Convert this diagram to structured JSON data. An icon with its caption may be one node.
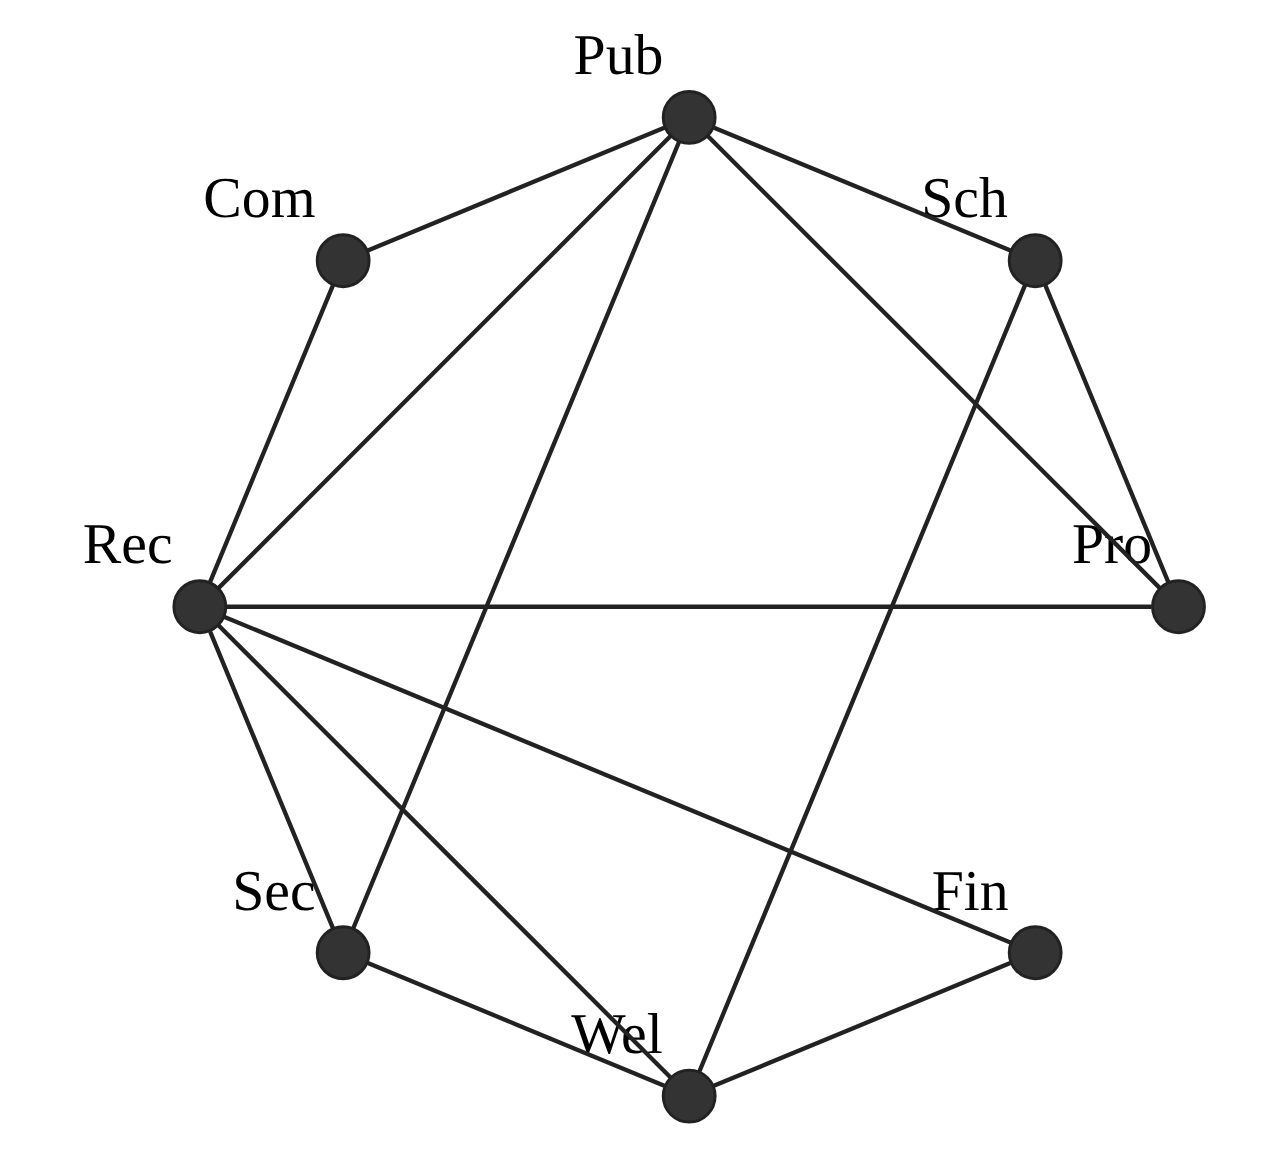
{
  "diagram": {
    "nodes": [
      {
        "text": [],
        "shape": "circle",
        "beside": [
          "Pub"
        ]
      },
      {
        "text": [],
        "shape": "circle",
        "beside": [
          "Rec"
        ]
      },
      {
        "text": [],
        "shape": "circle",
        "beside": [
          "Fin"
        ]
      },
      {
        "text": [],
        "shape": "circle",
        "beside": [
          "Wel"
        ]
      },
      {
        "text": [],
        "shape": "circle",
        "beside": [
          "Sec"
        ]
      },
      {
        "text": [],
        "shape": "circle",
        "beside": [
          "Sch"
        ]
      },
      {
        "text": [],
        "shape": "circle",
        "beside": [
          "Pro"
        ]
      },
      {
        "text": [],
        "shape": "circle",
        "beside": [
          "Com"
        ]
      }
    ],
    "edges": [
      {
        "from": 0,
        "to": 1,
        "arrow": "none"
      },
      {
        "from": 0,
        "to": 4,
        "arrow": "none"
      },
      {
        "from": 0,
        "to": 6,
        "arrow": "none"
      },
      {
        "from": 0,
        "to": 7,
        "arrow": "none"
      },
      {
        "from": 0,
        "to": 5,
        "arrow": "none"
      },
      {
        "from": 1,
        "to": 2,
        "arrow": "none"
      },
      {
        "from": 1,
        "to": 4,
        "arrow": "none"
      },
      {
        "from": 1,
        "to": 3,
        "arrow": "none"
      },
      {
        "from": 1,
        "to": 7,
        "arrow": "none"
      },
      {
        "from": 1,
        "to": 6,
        "arrow": "none"
      },
      {
        "from": 2,
        "to": 3,
        "arrow": "none"
      },
      {
        "from": 3,
        "to": 4,
        "arrow": "none"
      },
      {
        "from": 3,
        "to": 5,
        "arrow": "none"
      },
      {
        "from": 5,
        "to": 6,
        "arrow": "none"
      }
    ]
  }
}
